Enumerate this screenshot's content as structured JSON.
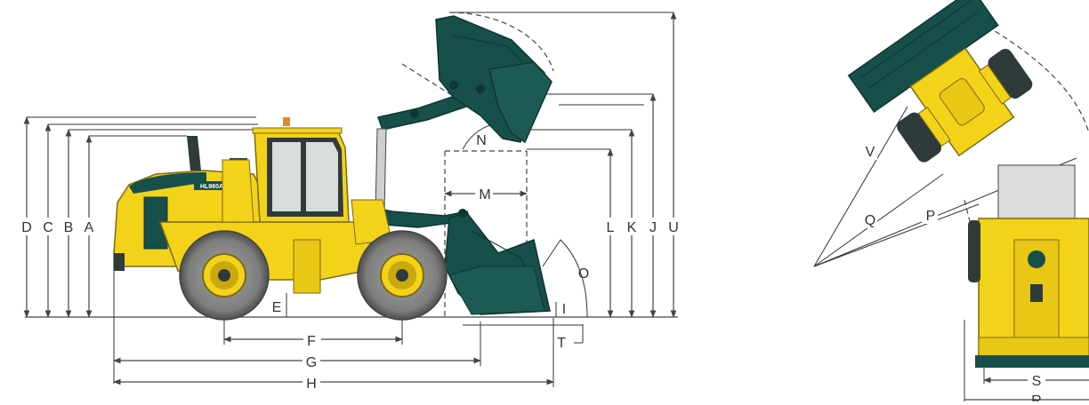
{
  "model_plate": "HL980A",
  "colors": {
    "body": "#f3d21a",
    "body_dark": "#c9a90e",
    "bucket": "#174f4a",
    "bucket_dark": "#0e3633",
    "tire": "#8d8d8d",
    "tire_dark": "#5d5d5d",
    "steel": "#2f3b3b",
    "glass": "#d9dcdc",
    "line": "#444444"
  },
  "side_view": {
    "left_labels": [
      "D",
      "C",
      "B",
      "A"
    ],
    "top_labels": [
      "N",
      "M",
      "O",
      "E",
      "I",
      "T"
    ],
    "bottom_labels": [
      "F",
      "G",
      "H"
    ],
    "right_labels": [
      "L",
      "K",
      "J",
      "U"
    ]
  },
  "top_view": {
    "labels": [
      "V",
      "Q",
      "P",
      "S",
      "R"
    ]
  }
}
